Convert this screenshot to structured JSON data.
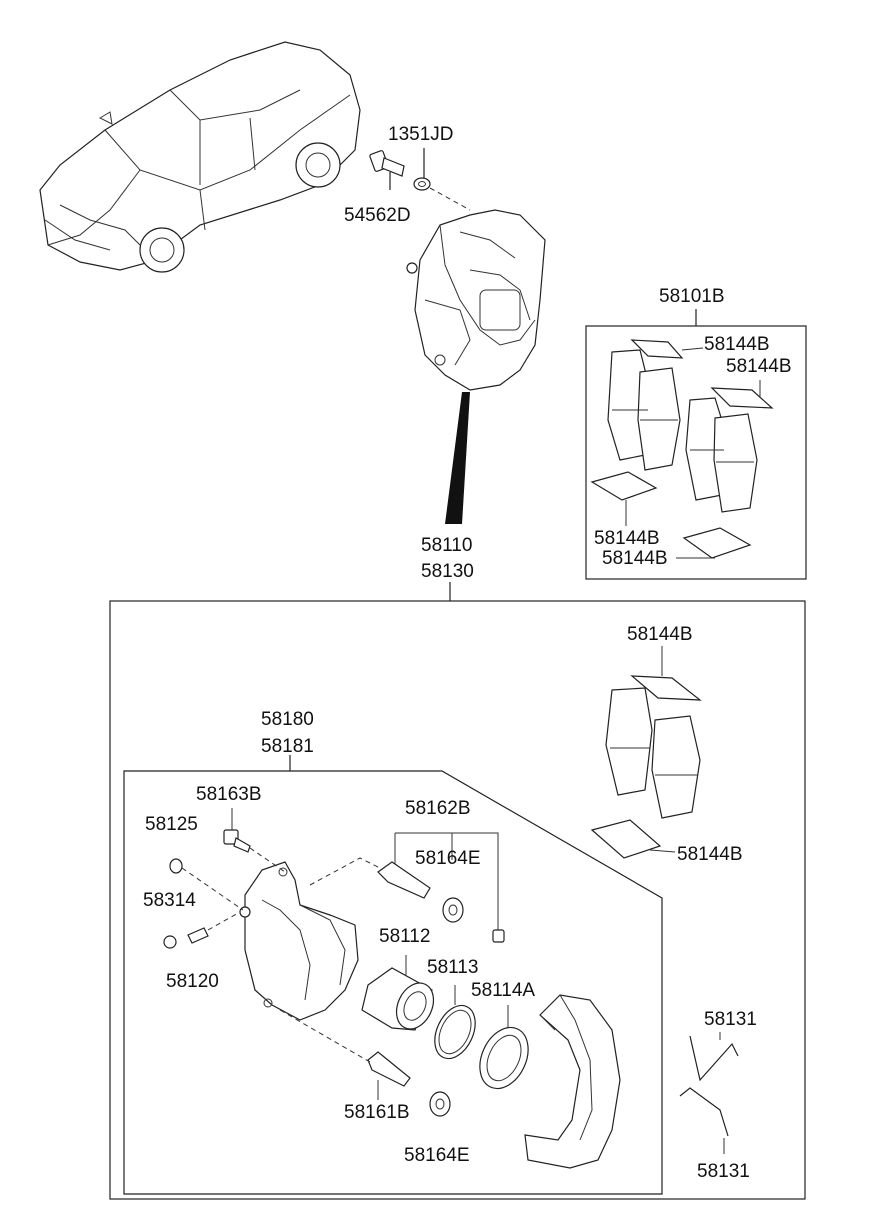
{
  "labels": {
    "l1351JD": "1351JD",
    "l54562D": "54562D",
    "l58101B": "58101B",
    "l58144B_a": "58144B",
    "l58144B_b": "58144B",
    "l58144B_c": "58144B",
    "l58144B_d": "58144B",
    "l58110": "58110",
    "l58130": "58130",
    "l58144B_e": "58144B",
    "l58144B_f": "58144B",
    "l58180": "58180",
    "l58181": "58181",
    "l58163B": "58163B",
    "l58162B": "58162B",
    "l58125": "58125",
    "l58164E_a": "58164E",
    "l58314": "58314",
    "l58112": "58112",
    "l58113": "58113",
    "l58114A": "58114A",
    "l58120": "58120",
    "l58131_a": "58131",
    "l58161B": "58161B",
    "l58164E_b": "58164E",
    "l58131_b": "58131"
  },
  "icons": {
    "vehicle": "sedan-vehicle-icon",
    "caliper": "brake-caliper-icon"
  }
}
